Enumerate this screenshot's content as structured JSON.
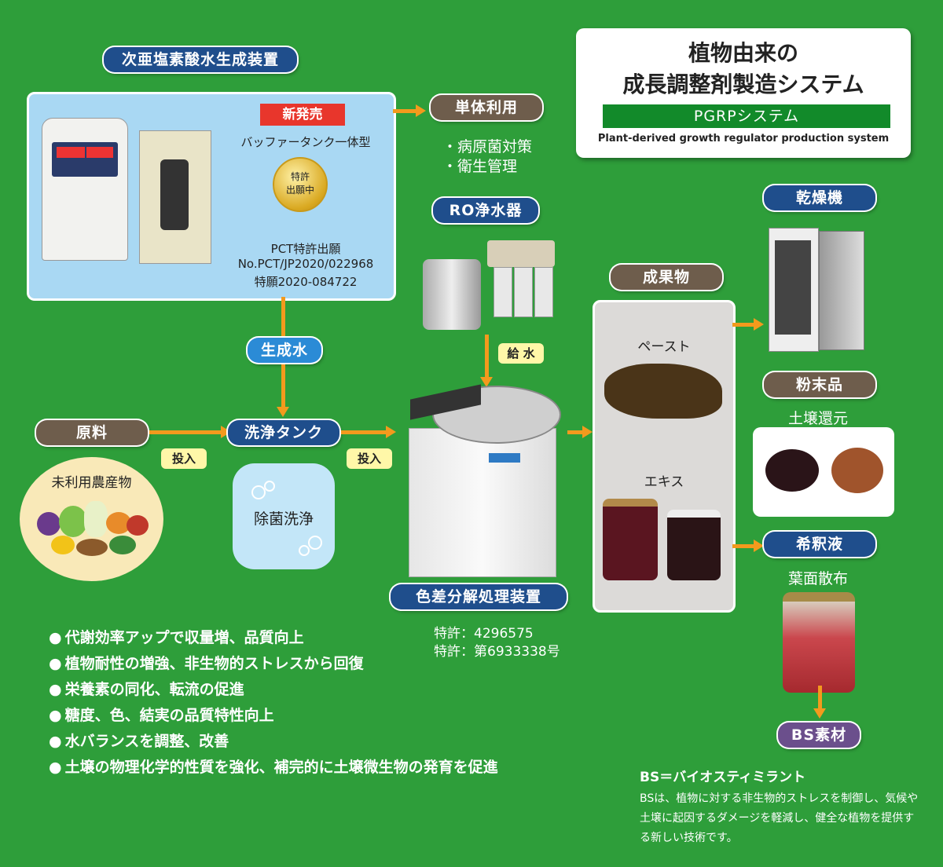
{
  "title_box": {
    "line1": "植物由来の",
    "line2": "成長調整剤製造システム",
    "band": "PGRPシステム",
    "subtitle": "Plant-derived growth regulator production system"
  },
  "generator": {
    "label": "次亜塩素酸水生成装置",
    "new_badge": "新発売",
    "model_note": "バッファータンク一体型",
    "patent_seal": "特許\n出願中",
    "pct": "PCT特許出願",
    "pct_no": "No.PCT/JP2020/022968",
    "jp_no": "特願2020-084722"
  },
  "single_use": {
    "label": "単体利用",
    "items": [
      "・病原菌対策",
      "・衛生管理"
    ]
  },
  "ro": {
    "label": "RO浄水器",
    "supply": "給 水"
  },
  "generated_water": "生成水",
  "raw": {
    "label": "原料",
    "circle_text": "未利用農産物"
  },
  "wash_tank": {
    "label": "洗浄タンク",
    "bubble": "除菌洗浄"
  },
  "input_tag": "投入",
  "decomposer": {
    "label": "色差分解処理装置",
    "patent1": "特許：4296575",
    "patent2": "特許：第6933338号"
  },
  "products": {
    "label": "成果物",
    "paste": "ペースト",
    "extract": "エキス"
  },
  "dryer": {
    "label": "乾燥機"
  },
  "powder": {
    "label": "粉末品",
    "sub": "土壌還元"
  },
  "diluted": {
    "label": "希釈液",
    "sub": "葉面散布"
  },
  "bs": {
    "label": "BS素材",
    "def_title": "BS＝バイオスティミラント",
    "def_body": "BSは、植物に対する非生物的ストレスを制御し、気候や土壌に起因するダメージを軽減し、健全な植物を提供する新しい技術です。"
  },
  "benefits": [
    "代謝効率アップで収量増、品質向上",
    "植物耐性の増強、非生物的ストレスから回復",
    "栄養素の同化、転流の促進",
    "糖度、色、結実の品質特性向上",
    "水バランスを調整、改善",
    "土壌の物理化学的性質を強化、補完的に土壌微生物の発育を促進"
  ],
  "colors": {
    "background": "#2e9e3a",
    "navy_pill": "#1f4e8c",
    "brown_pill": "#6e5d4c",
    "arrow": "#f39a1d",
    "generator_box": "#a9d8f3",
    "new_badge": "#e8362c"
  }
}
